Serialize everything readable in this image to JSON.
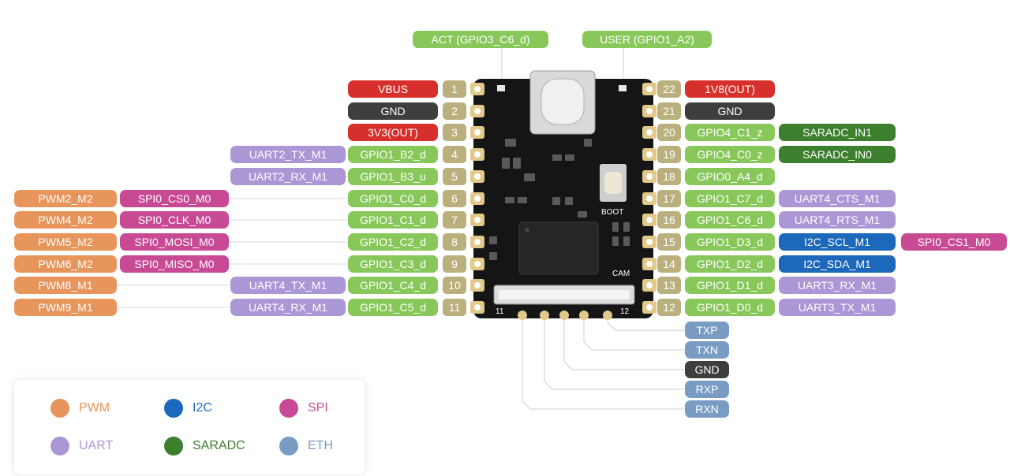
{
  "colors": {
    "PWM": "#e8955c",
    "SPI": "#c94a94",
    "UART": "#ab97d6",
    "GPIO": "#88c85a",
    "I2C": "#1c68bb",
    "SARADC": "#3c7f2c",
    "ETH": "#7a9cc3",
    "POWER": "#d7302c",
    "GROUND": "#3e3e3e",
    "LED": "#88c85a"
  },
  "leds": [
    {
      "text": "ACT (GPIO3_C6_d)",
      "type": "LED"
    },
    {
      "text": "USER (GPIO1_A2)",
      "type": "LED"
    }
  ],
  "left_pins": [
    {
      "num": "1",
      "labels": [
        {
          "text": "VBUS",
          "type": "POWER"
        }
      ]
    },
    {
      "num": "2",
      "labels": [
        {
          "text": "GND",
          "type": "GROUND"
        }
      ]
    },
    {
      "num": "3",
      "labels": [
        {
          "text": "3V3(OUT)",
          "type": "POWER"
        }
      ]
    },
    {
      "num": "4",
      "labels": [
        {
          "text": "GPIO1_B2_d",
          "type": "GPIO"
        },
        {
          "text": "UART2_TX_M1",
          "type": "UART"
        }
      ]
    },
    {
      "num": "5",
      "labels": [
        {
          "text": "GPIO1_B3_u",
          "type": "GPIO"
        },
        {
          "text": "UART2_RX_M1",
          "type": "UART"
        }
      ]
    },
    {
      "num": "6",
      "labels": [
        {
          "text": "GPIO1_C0_d",
          "type": "GPIO"
        },
        {
          "text": "SPI0_CS0_M0",
          "type": "SPI"
        },
        {
          "text": "PWM2_M2",
          "type": "PWM"
        }
      ]
    },
    {
      "num": "7",
      "labels": [
        {
          "text": "GPIO1_C1_d",
          "type": "GPIO"
        },
        {
          "text": "SPI0_CLK_M0",
          "type": "SPI"
        },
        {
          "text": "PWM4_M2",
          "type": "PWM"
        }
      ]
    },
    {
      "num": "8",
      "labels": [
        {
          "text": "GPIO1_C2_d",
          "type": "GPIO"
        },
        {
          "text": "SPI0_MOSI_M0",
          "type": "SPI"
        },
        {
          "text": "PWM5_M2",
          "type": "PWM"
        }
      ]
    },
    {
      "num": "9",
      "labels": [
        {
          "text": "GPIO1_C3_d",
          "type": "GPIO"
        },
        {
          "text": "SPI0_MISO_M0",
          "type": "SPI"
        },
        {
          "text": "PWM6_M2",
          "type": "PWM"
        }
      ]
    },
    {
      "num": "10",
      "labels": [
        {
          "text": "GPIO1_C4_d",
          "type": "GPIO"
        },
        {
          "text": "UART4_TX_M1",
          "type": "UART"
        },
        {
          "text": "PWM8_M1",
          "type": "PWM"
        }
      ]
    },
    {
      "num": "11",
      "labels": [
        {
          "text": "GPIO1_C5_d",
          "type": "GPIO"
        },
        {
          "text": "UART4_RX_M1",
          "type": "UART"
        },
        {
          "text": "PWM9_M1",
          "type": "PWM"
        }
      ]
    }
  ],
  "right_pins": [
    {
      "num": "22",
      "labels": [
        {
          "text": "1V8(OUT)",
          "type": "POWER"
        }
      ]
    },
    {
      "num": "21",
      "labels": [
        {
          "text": "GND",
          "type": "GROUND"
        }
      ]
    },
    {
      "num": "20",
      "labels": [
        {
          "text": "GPIO4_C1_z",
          "type": "GPIO"
        },
        {
          "text": "SARADC_IN1",
          "type": "SARADC"
        }
      ]
    },
    {
      "num": "19",
      "labels": [
        {
          "text": "GPIO4_C0_z",
          "type": "GPIO"
        },
        {
          "text": "SARADC_IN0",
          "type": "SARADC"
        }
      ]
    },
    {
      "num": "18",
      "labels": [
        {
          "text": "GPIO0_A4_d",
          "type": "GPIO"
        }
      ]
    },
    {
      "num": "17",
      "labels": [
        {
          "text": "GPIO1_C7_d",
          "type": "GPIO"
        },
        {
          "text": "UART4_CTS_M1",
          "type": "UART"
        }
      ]
    },
    {
      "num": "16",
      "labels": [
        {
          "text": "GPIO1_C6_d",
          "type": "GPIO"
        },
        {
          "text": "UART4_RTS_M1",
          "type": "UART"
        }
      ]
    },
    {
      "num": "15",
      "labels": [
        {
          "text": "GPIO1_D3_d",
          "type": "GPIO"
        },
        {
          "text": "I2C_SCL_M1",
          "type": "I2C"
        },
        {
          "text": "SPI0_CS1_M0",
          "type": "SPI"
        }
      ]
    },
    {
      "num": "14",
      "labels": [
        {
          "text": "GPIO1_D2_d",
          "type": "GPIO"
        },
        {
          "text": "I2C_SDA_M1",
          "type": "I2C"
        }
      ]
    },
    {
      "num": "13",
      "labels": [
        {
          "text": "GPIO1_D1_d",
          "type": "GPIO"
        },
        {
          "text": "UART3_RX_M1",
          "type": "UART"
        }
      ]
    },
    {
      "num": "12",
      "labels": [
        {
          "text": "GPIO1_D0_d",
          "type": "GPIO"
        },
        {
          "text": "UART3_TX_M1",
          "type": "UART"
        }
      ]
    }
  ],
  "eth_pins": [
    {
      "text": "TXP",
      "type": "ETH"
    },
    {
      "text": "TXN",
      "type": "ETH"
    },
    {
      "text": "GND",
      "type": "GROUND"
    },
    {
      "text": "RXP",
      "type": "ETH"
    },
    {
      "text": "RXN",
      "type": "ETH"
    }
  ],
  "board": {
    "boot_label": "BOOT",
    "cam_label": "CAM",
    "corner_left": "11",
    "corner_right": "12"
  },
  "legend": [
    {
      "text": "PWM",
      "type": "PWM"
    },
    {
      "text": "I2C",
      "type": "I2C"
    },
    {
      "text": "SPI",
      "type": "SPI"
    },
    {
      "text": "UART",
      "type": "UART"
    },
    {
      "text": "SARADC",
      "type": "SARADC"
    },
    {
      "text": "ETH",
      "type": "ETH"
    }
  ]
}
